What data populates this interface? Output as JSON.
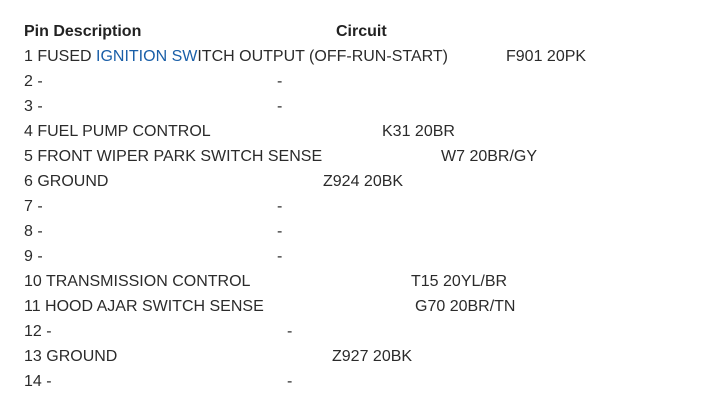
{
  "header": {
    "pin_description": "Pin Description",
    "circuit": "Circuit"
  },
  "rows": [
    {
      "pre": "1 FUSED ",
      "link": "IGNITION SW",
      "post": "ITCH OUTPUT (OFF-RUN-START)",
      "circuit": "F901 20PK"
    },
    {
      "pre": "2 -",
      "link": "",
      "post": "",
      "circuit": "-"
    },
    {
      "pre": "3 -",
      "link": "",
      "post": "",
      "circuit": "-"
    },
    {
      "pre": "4 FUEL PUMP CONTROL",
      "link": "",
      "post": "",
      "circuit": "K31 20BR"
    },
    {
      "pre": "5 FRONT WIPER PARK SWITCH SENSE",
      "link": "",
      "post": "",
      "circuit": "W7 20BR/GY"
    },
    {
      "pre": "6 GROUND",
      "link": "",
      "post": "",
      "circuit": "Z924 20BK"
    },
    {
      "pre": "7 -",
      "link": "",
      "post": "",
      "circuit": "-"
    },
    {
      "pre": "8 -",
      "link": "",
      "post": "",
      "circuit": "-"
    },
    {
      "pre": "9 -",
      "link": "",
      "post": "",
      "circuit": "-"
    },
    {
      "pre": "10 TRANSMISSION CONTROL",
      "link": "",
      "post": "",
      "circuit": "T15 20YL/BR"
    },
    {
      "pre": "11 HOOD AJAR SWITCH SENSE",
      "link": "",
      "post": "",
      "circuit": "G70 20BR/TN"
    },
    {
      "pre": "12 -",
      "link": "",
      "post": "",
      "circuit": "-"
    },
    {
      "pre": "13 GROUND",
      "link": "",
      "post": "",
      "circuit": "Z927 20BK"
    },
    {
      "pre": "14 -",
      "link": "",
      "post": "",
      "circuit": "-"
    }
  ],
  "colors": {
    "text": "#2b2b2b",
    "link": "#1a5fa8"
  }
}
